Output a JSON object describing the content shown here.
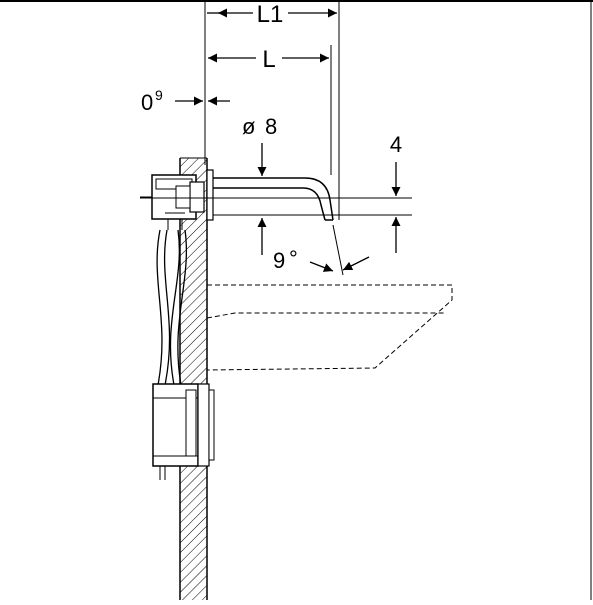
{
  "dimensions": {
    "l1": "L1",
    "l": "L",
    "offset_value": "0",
    "offset_superscript": "9",
    "diameter_symbol": "ø",
    "diameter_value": "8",
    "height_value": "4",
    "angle_value": "9",
    "angle_unit": "°"
  }
}
